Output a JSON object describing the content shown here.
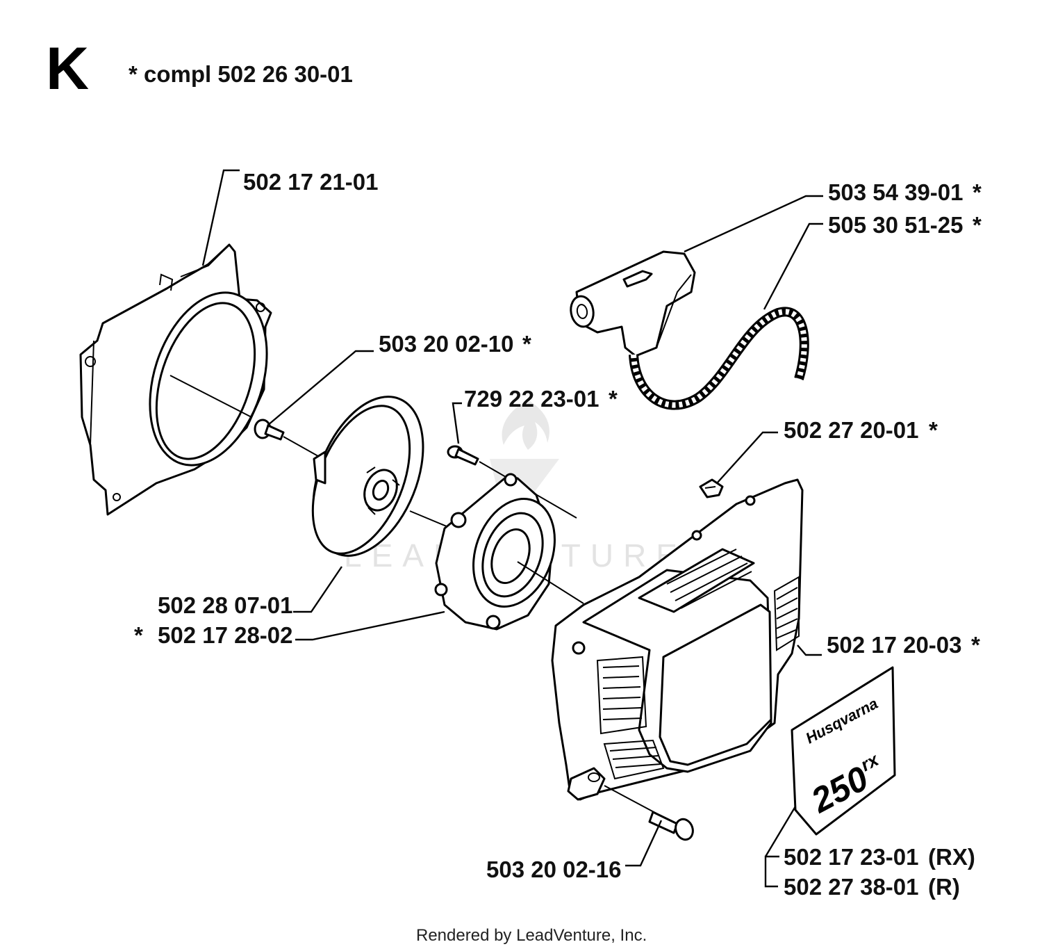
{
  "section": {
    "letter": "K",
    "kit_label": "*  compl 502 26 30-01"
  },
  "parts": [
    {
      "id": "fan-housing",
      "part_number": "502 17 21-01",
      "asterisk": ""
    },
    {
      "id": "starter-handle",
      "part_number": "503 54 39-01",
      "asterisk": "*"
    },
    {
      "id": "starter-rope",
      "part_number": "505 30 51-25",
      "asterisk": "*"
    },
    {
      "id": "screw-pulley",
      "part_number": "503 20 02-10",
      "asterisk": "*"
    },
    {
      "id": "screw-small",
      "part_number": "729 22 23-01",
      "asterisk": "*"
    },
    {
      "id": "grommet",
      "part_number": "502 27 20-01",
      "asterisk": "*"
    },
    {
      "id": "rope-pulley",
      "part_number": "502 28 07-01",
      "asterisk": ""
    },
    {
      "id": "recoil-spring-cassette",
      "part_number": "502 17 28-02",
      "asterisk": "*",
      "prefix": "*"
    },
    {
      "id": "starter-cover",
      "part_number": "502 17 20-03",
      "asterisk": "*"
    },
    {
      "id": "decal-rx",
      "part_number": "502 17 23-01",
      "variant": "(RX)"
    },
    {
      "id": "decal-r",
      "part_number": "502 27 38-01",
      "variant": "(R)"
    },
    {
      "id": "screw-cover",
      "part_number": "503 20 02-16",
      "asterisk": ""
    }
  ],
  "decal": {
    "brand": "Husqvarna",
    "model": "250",
    "model_suffix": "rx"
  },
  "watermark": "LEADVENTURE",
  "footer": "Rendered by LeadVenture, Inc."
}
